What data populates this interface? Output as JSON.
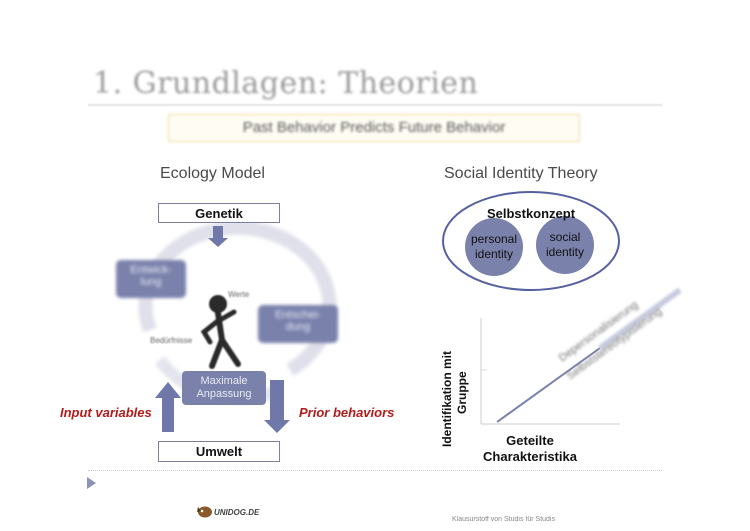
{
  "slide": {
    "title": "1. Grundlagen: Theorien",
    "tagline": "Past Behavior Predicts Future Behavior"
  },
  "ecology": {
    "heading": "Ecology Model",
    "top_box": "Genetik",
    "bottom_box": "Umwelt",
    "cycle_nodes": [
      "Entwick-\nlung",
      "Entschei-\ndung",
      "Maximale\nAnpassung"
    ],
    "figure_labels": {
      "values": "Werte",
      "needs": "Bedürfnisse"
    },
    "left_label": "Input variables",
    "right_label": "Prior behaviors"
  },
  "social": {
    "heading": "Social Identity Theory",
    "ellipse_title": "Selbstkonzept",
    "circles": [
      "personal\nidentity",
      "social\nidentity"
    ],
    "y_label": "Identifikation mit\nGruppe",
    "x_label": "Geteilte\nCharakteristika",
    "diag_text_1": "Depersonalisierung",
    "diag_text_2": "Selbststereotypisierung"
  },
  "footer": {
    "logo": "UNIDOG.DE",
    "source": "Klausurstoff von Studis für Studis"
  },
  "colors": {
    "box_fill": "#7a82ac",
    "arrow": "#6f78a8",
    "accent_red": "#b31b1b",
    "ellipse_stroke": "#5560a0"
  }
}
